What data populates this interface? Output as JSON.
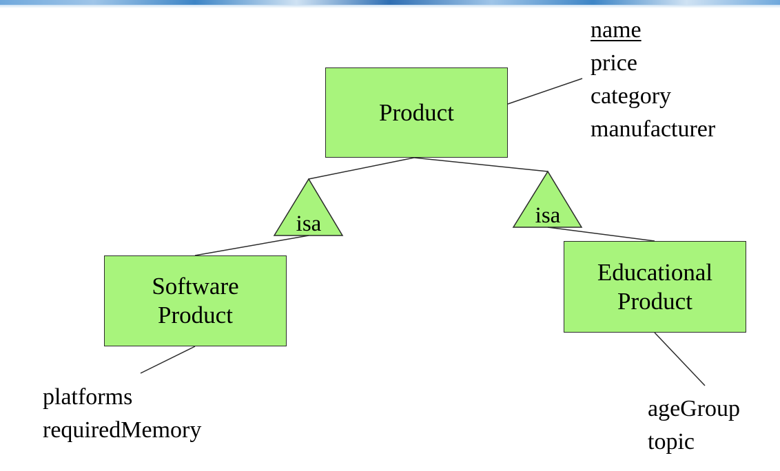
{
  "colors": {
    "entity_fill": "#a8f47c",
    "outline": "#2b2b2b",
    "banner": "#3d85c6"
  },
  "entities": {
    "product": {
      "label": "Product"
    },
    "software_product": {
      "label": "Software\nProduct"
    },
    "educational_product": {
      "label": "Educational\nProduct"
    }
  },
  "isa_relations": {
    "software": {
      "label": "isa"
    },
    "educational": {
      "label": "isa"
    }
  },
  "attributes": {
    "product": {
      "key": "name",
      "others": [
        "price",
        "category",
        "manufacturer"
      ]
    },
    "software_product": [
      "platforms",
      "requiredMemory"
    ],
    "educational_product": [
      "ageGroup",
      "topic"
    ]
  }
}
